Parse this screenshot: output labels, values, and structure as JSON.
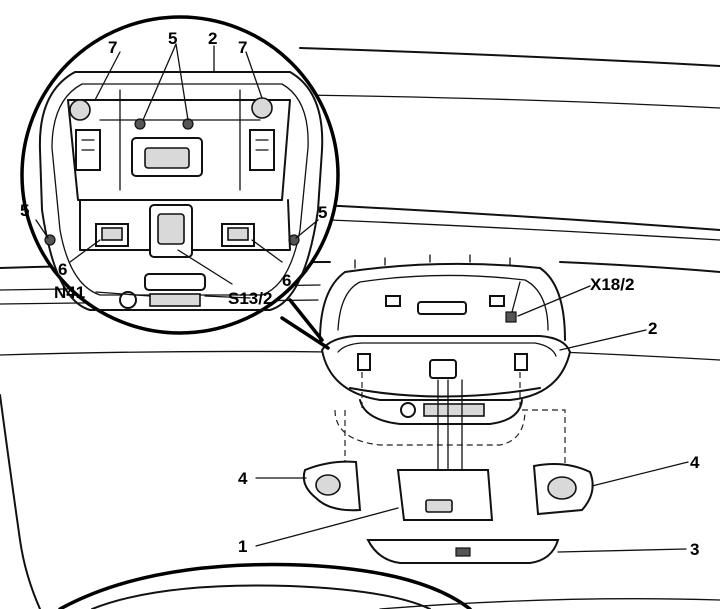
{
  "callouts": {
    "label_1": "1",
    "label_2_main": "2",
    "label_2_detail": "2",
    "label_3": "3",
    "label_4_left": "4",
    "label_4_right": "4",
    "label_5_top": "5",
    "label_5_left": "5",
    "label_5_right": "5",
    "label_6_left": "6",
    "label_6_right": "6",
    "label_7_left": "7",
    "label_7_right": "7",
    "label_x18_2": "X18/2",
    "label_n41": "N41",
    "label_s13_2": "S13/2"
  }
}
